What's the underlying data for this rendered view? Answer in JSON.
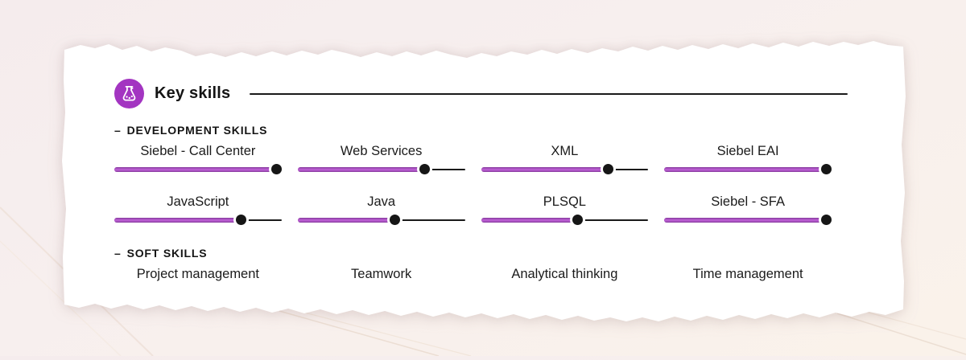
{
  "header": {
    "title": "Key skills",
    "icon": "flask-icon"
  },
  "sections": {
    "development": {
      "dash": "–",
      "label": "DEVELOPMENT SKILLS",
      "skills": [
        {
          "name": "Siebel - Call Center",
          "level": 97
        },
        {
          "name": "Web Services",
          "level": 76
        },
        {
          "name": "XML",
          "level": 76
        },
        {
          "name": "Siebel EAI",
          "level": 97
        },
        {
          "name": "JavaScript",
          "level": 76
        },
        {
          "name": "Java",
          "level": 58
        },
        {
          "name": "PLSQL",
          "level": 58
        },
        {
          "name": "Siebel - SFA",
          "level": 97
        }
      ]
    },
    "soft": {
      "dash": "–",
      "label": "SOFT SKILLS",
      "skills": [
        "Project management",
        "Teamwork",
        "Analytical thinking",
        "Time management"
      ]
    }
  },
  "colors": {
    "accent_purple": "#a335c1",
    "bar_mid": "#bb5ed3",
    "bar_edge": "#84399a",
    "dot_color": "#161616",
    "track_color": "#1a1a1a",
    "paper": "#ffffff",
    "background_top": "#f5eced",
    "background_bottom": "#faf2ea"
  }
}
